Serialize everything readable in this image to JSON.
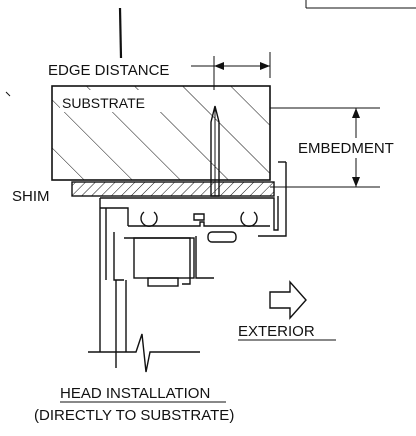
{
  "labels": {
    "edge_distance": "EDGE DISTANCE",
    "substrate": "SUBSTRATE",
    "embedment": "EMBEDMENT",
    "shim": "SHIM",
    "exterior": "EXTERIOR",
    "title_line1": "HEAD INSTALLATION",
    "title_line2": "(DIRECTLY TO SUBSTRATE)"
  }
}
